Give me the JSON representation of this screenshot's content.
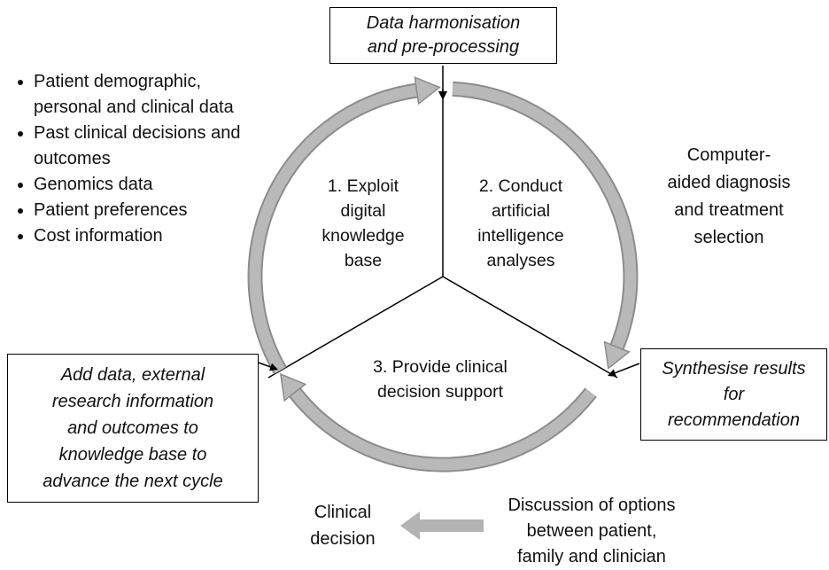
{
  "bullets": {
    "items": [
      "Patient demographic,\npersonal and clinical data",
      "Past clinical decisions and\noutcomes",
      "Genomics data",
      "Patient preferences",
      "Cost information"
    ]
  },
  "boxes": {
    "top": "Data harmonisation\nand pre-processing",
    "right": "Synthesise results\nfor\nrecommendation",
    "left": "Add data, external\nresearch information\nand outcomes to\nknowledge base to\nadvance the next cycle"
  },
  "cycle": {
    "step1": "1. Exploit\ndigital\nknowledge\nbase",
    "step2": "2. Conduct\nartificial\nintelligence\nanalyses",
    "step3": "3. Provide clinical\ndecision support"
  },
  "side_labels": {
    "computer_aided": "Computer-\naided diagnosis\nand treatment\nselection",
    "clinical_decision": "Clinical\ndecision",
    "discussion": "Discussion of options\nbetween patient,\nfamily and clinician"
  },
  "colors": {
    "background": "#ffffff",
    "line": "#000000",
    "box_border": "#000000",
    "arc_fill": "#b9b9b9",
    "arc_edge": "#8c8c8c",
    "decision_arrow": "#b3b3b3"
  }
}
